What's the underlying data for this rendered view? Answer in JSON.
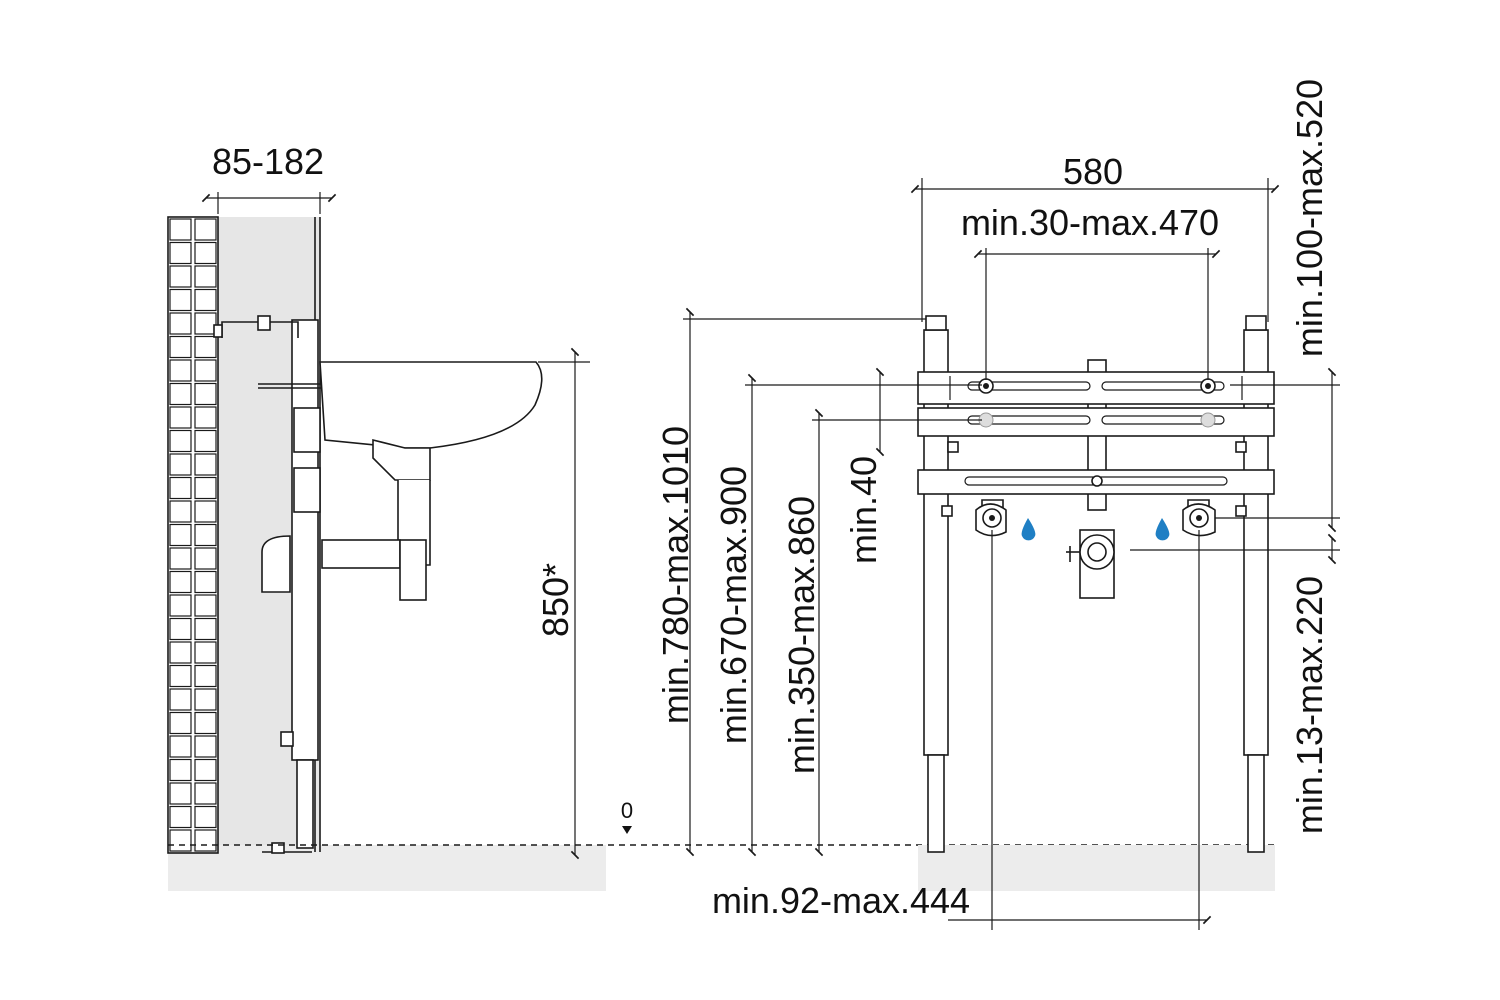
{
  "side_view": {
    "depth_range": "85-182",
    "height": "850*",
    "floor_marker": "0"
  },
  "front_view": {
    "frame_width": "580",
    "bracket_spacing": "min.30-max.470",
    "valve_spacing": "min.92-max.444",
    "height_top": "min.780-max.1010",
    "height_rail": "min.670-max.900",
    "height_lower_rail": "min.350-max.860",
    "rail_gap": "min.40",
    "top_to_rail": "min.100-max.520",
    "valve_to_outlet": "min.13-max.220"
  },
  "colors": {
    "line": "#1a1a1a",
    "wall_fill": "#e6e6e6",
    "floor_fill": "#ececec",
    "water_drop": "#1f7fc4"
  },
  "icons": [
    "water-drop-icon",
    "water-drop-icon"
  ]
}
